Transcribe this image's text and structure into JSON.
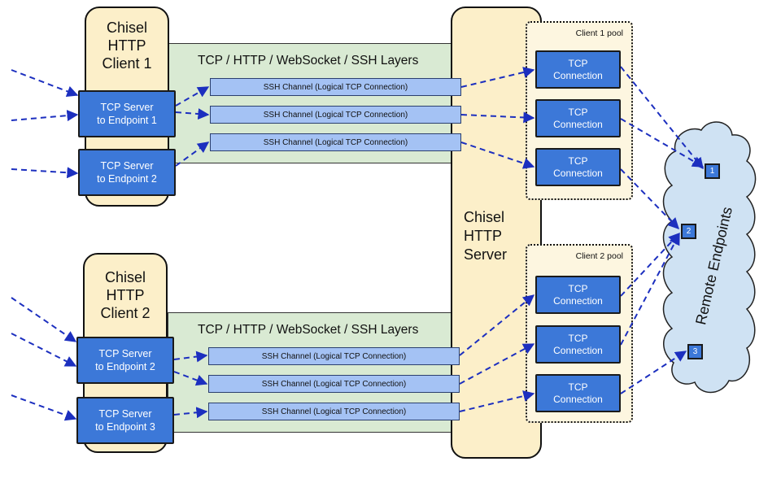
{
  "clients": [
    {
      "title": "Chisel\nHTTP\nClient 1",
      "layer_title": "TCP / HTTP / WebSocket / SSH Layers",
      "tcp_servers": [
        "TCP Server\nto Endpoint 1",
        "TCP Server\nto Endpoint 2"
      ],
      "channels": [
        "SSH Channel (Logical TCP Connection)",
        "SSH Channel (Logical TCP Connection)",
        "SSH Channel (Logical TCP Connection)"
      ]
    },
    {
      "title": "Chisel\nHTTP\nClient 2",
      "layer_title": "TCP / HTTP / WebSocket / SSH Layers",
      "tcp_servers": [
        "TCP Server\nto Endpoint 2",
        "TCP Server\nto Endpoint 3"
      ],
      "channels": [
        "SSH Channel (Logical TCP Connection)",
        "SSH Channel (Logical TCP Connection)",
        "SSH Channel (Logical TCP Connection)"
      ]
    }
  ],
  "server": {
    "title": "Chisel\nHTTP\nServer"
  },
  "pools": [
    {
      "label": "Client 1 pool",
      "connections": [
        "TCP\nConnection",
        "TCP\nConnection",
        "TCP\nConnection"
      ]
    },
    {
      "label": "Client 2 pool",
      "connections": [
        "TCP\nConnection",
        "TCP\nConnection",
        "TCP\nConnection"
      ]
    }
  ],
  "remote": {
    "label": "Remote Endpoints",
    "endpoints": [
      "1",
      "2",
      "3"
    ]
  },
  "colors": {
    "client_fill": "#fcefc9",
    "layer_fill": "#d9ead3",
    "channel_fill": "#a4c2f4",
    "node_fill": "#3c78d8",
    "cloud_fill": "#cfe2f3",
    "arrow": "#1c2fbf"
  }
}
